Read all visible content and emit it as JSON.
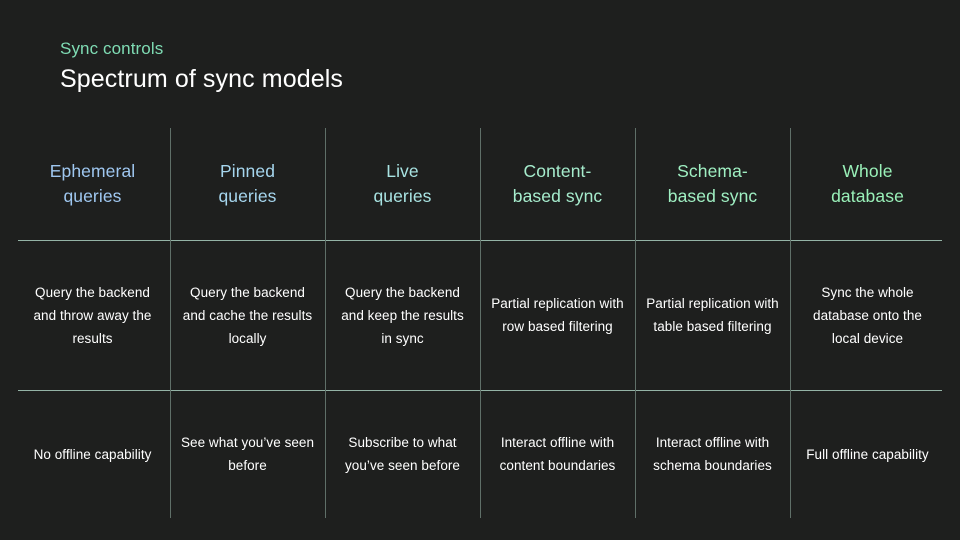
{
  "slide": {
    "background_color": "#1e1f1e",
    "eyebrow": "Sync controls",
    "headline": "Spectrum of sync models"
  },
  "table": {
    "columns": [
      {
        "header": "Ephemeral\nqueries",
        "header_line1": "Ephemeral",
        "header_line2": "queries",
        "header_color": "#9fc7f0",
        "description": "Query the backend and throw away the results",
        "offline": "No offline capability"
      },
      {
        "header_line1": "Pinned",
        "header_line2": "queries",
        "header_color": "#a6d6ee",
        "description": "Query the backend and cache the results locally",
        "offline": "See what you’ve seen before"
      },
      {
        "header_line1": "Live",
        "header_line2": "queries",
        "header_color": "#a8e3e2",
        "description": "Query the backend and keep the results in sync",
        "offline": "Subscribe to what you’ve seen before"
      },
      {
        "header_line1": "Content-",
        "header_line2": "based sync",
        "header_color": "#a6eccd",
        "description": "Partial replication with row based filtering",
        "offline": "Interact offline with content boundaries"
      },
      {
        "header_line1": "Schema-",
        "header_line2": "based sync",
        "header_color": "#9fefc2",
        "description": "Partial replication with table based filtering",
        "offline": "Interact offline with schema boundaries"
      },
      {
        "header_line1": "Whole",
        "header_line2": "database",
        "header_color": "#99f0b8",
        "description": "Sync the whole database onto the local device",
        "offline": "Full offline capability"
      }
    ],
    "grid_line_color": "#5f6f68",
    "rule_color": "#94b3a6"
  }
}
